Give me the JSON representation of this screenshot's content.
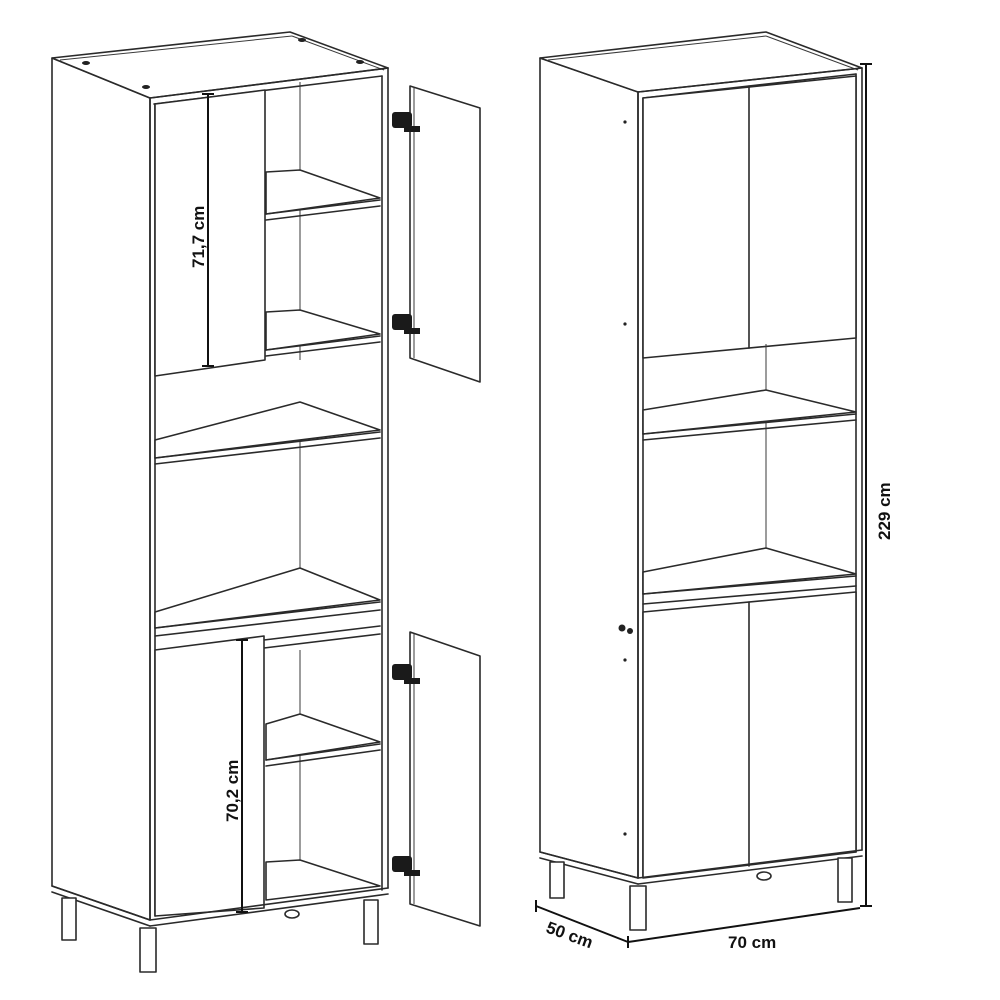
{
  "figure": {
    "title": "Tall kitchen cabinet dimension drawing",
    "views": [
      {
        "name": "open-view",
        "description": "Cabinet with doors open showing interior shelves"
      },
      {
        "name": "closed-view",
        "description": "Cabinet with doors closed with overall dimensions"
      }
    ]
  },
  "dimensions": {
    "upper_door_height": "71,7 cm",
    "lower_door_height": "70,2 cm",
    "total_height": "229 cm",
    "depth": "50 cm",
    "width": "70 cm"
  },
  "colors": {
    "line": "#2a2a2a",
    "background": "#ffffff",
    "label": "#111111"
  }
}
